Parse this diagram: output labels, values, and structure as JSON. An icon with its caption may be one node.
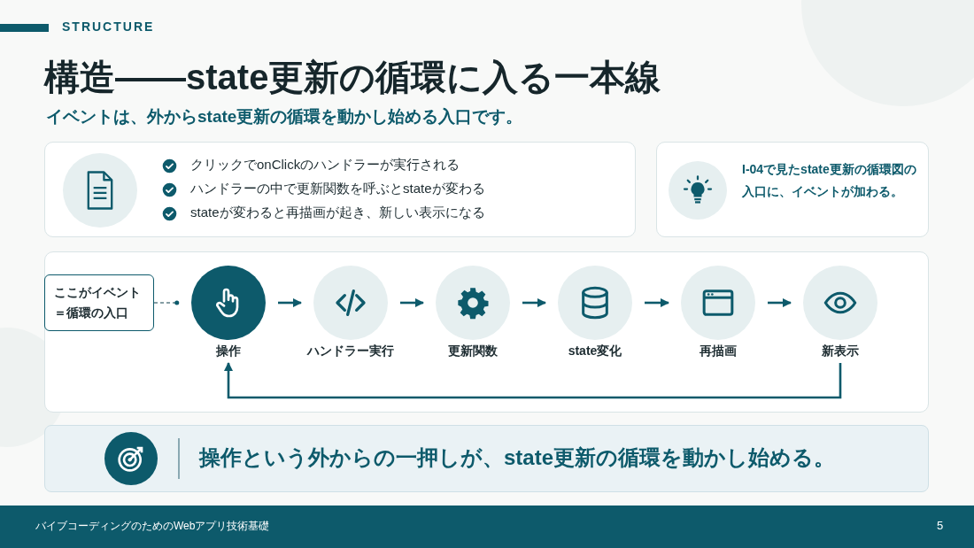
{
  "diagram": {
    "title": "構造——state更新の循環に入る一本線",
    "nodes": [
      {
        "text": [
          "クリックでonClickのハンドラーが実行される",
          "ハンドラーの中で更新関数を呼ぶとstateが変わる",
          "stateが変わると再描画が起き、新しい表示になる"
        ]
      },
      {
        "text": [
          "I-04で見たstate更新の循環図の入口に、イベントが加わる。"
        ]
      },
      {
        "text": [
          "ここがイベント＝循環の入口"
        ]
      },
      {
        "text": [
          "操作"
        ]
      },
      {
        "text": [
          "ハンドラー実行"
        ]
      },
      {
        "text": [
          "更新関数"
        ]
      },
      {
        "text": [
          "state変化"
        ]
      },
      {
        "text": [
          "再描画"
        ]
      },
      {
        "text": [
          "新表示"
        ]
      },
      {
        "text": [
          "操作という外からの一押しが、state更新の循環を動かし始める。"
        ]
      }
    ],
    "edges": [
      {
        "from": 2,
        "to": 3,
        "arrow": "other",
        "style": "dashed"
      },
      {
        "from": 3,
        "to": 4,
        "arrow": "to"
      },
      {
        "from": 4,
        "to": 5,
        "arrow": "to"
      },
      {
        "from": 5,
        "to": 6,
        "arrow": "to"
      },
      {
        "from": 6,
        "to": 7,
        "arrow": "to"
      },
      {
        "from": 7,
        "to": 8,
        "arrow": "to"
      },
      {
        "from": 8,
        "to": 3,
        "arrow": "to"
      }
    ],
    "labels": [
      "STRUCTURE",
      "イベントは、外からstate更新の循環を動かし始める入口です。",
      "バイブコーディングのためのWebアプリ技術基礎",
      "5"
    ]
  }
}
